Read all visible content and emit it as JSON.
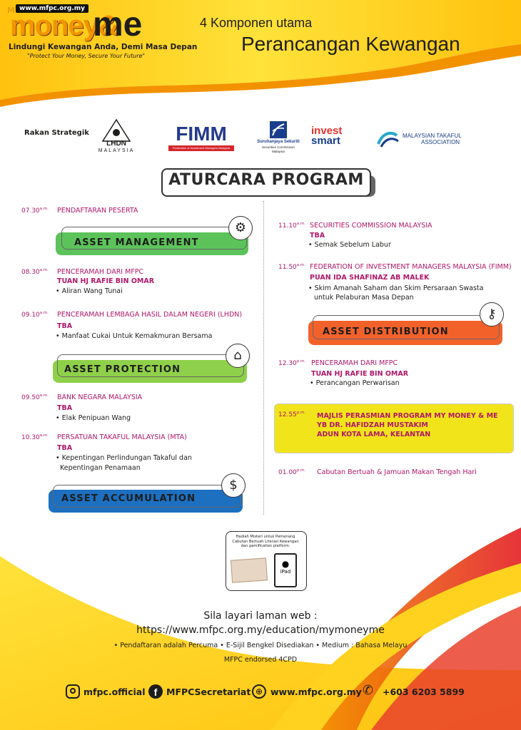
{
  "header": {
    "logo_url": "www.mfpc.org.my",
    "logo_my": "MY",
    "logo_money": "money&",
    "logo_me": "me",
    "tagline": "Lindungi Kewangan Anda, Demi Masa Depan",
    "tagline_en": "\"Protect Your Money, Secure Your Future\"",
    "subtitle": "4 Komponen utama",
    "title": "Perancangan Kewangan"
  },
  "partners": {
    "label": "Rakan Strategik",
    "lhdn": "LHDN",
    "lhdn_sub": "MALAYSIA",
    "fimm": "FIMM",
    "fimm_sub": "Federation of Investment Managers Malaysia",
    "sc": "Suruhanjaya Sekuriti",
    "sc_sub1": "Securities Commission",
    "sc_sub2": "Malaysia",
    "invest": "invest",
    "smart": "smart",
    "mta1": "MALAYSIAN TAKAFUL",
    "mta2": "ASSOCIATION"
  },
  "program_title": "ATURCARA PROGRAM",
  "left": {
    "t1": "07.30",
    "t1am": "a.m.",
    "e1": "PENDAFTARAN PESERTA",
    "asset1": "ASSET MANAGEMENT",
    "t2": "08.30",
    "t2am": "a.m.",
    "e2": "PENCERAMAH DARI MFPC",
    "s2": "TUAN HJ RAFIE BIN OMAR",
    "b2": "• Aliran Wang Tunai",
    "t3": "09.10",
    "t3am": "a.m.",
    "e3": "PENCERAMAH LEMBAGA HASIL DALAM NEGERI (LHDN)",
    "s3": "TBA",
    "b3": "• Manfaat Cukai Untuk Kemakmuran Bersama",
    "asset2": "ASSET PROTECTION",
    "t4": "09.50",
    "t4am": "a.m.",
    "e4": "BANK NEGARA MALAYSIA",
    "s4": "TBA",
    "b4": "• Elak Penipuan Wang",
    "t5": "10.30",
    "t5am": "a.m.",
    "e5": "PERSATUAN TAKAFUL MALAYSIA (MTA)",
    "s5": "TBA",
    "b5a": "• Kepentingan Perlindungan Takaful dan",
    "b5b": "Kepentingan Penamaan",
    "asset3": "ASSET ACCUMULATION"
  },
  "right": {
    "t1": "11.10",
    "t1am": "a.m.",
    "e1": "SECURITIES COMMISSION MALAYSIA",
    "s1": "TBA",
    "b1": "• Semak Sebelum Labur",
    "t2": "11.50",
    "t2am": "a.m.",
    "e2": "FEDERATION OF INVESTMENT MANAGERS MALAYSIA (FIMM)",
    "s2": "PUAN IDA SHAFINAZ AB MALEK",
    "b2a": "• Skim Amanah Saham dan Skim Persaraan Swasta",
    "b2b": "untuk Pelaburan Masa Depan",
    "asset4": "ASSET DISTRIBUTION",
    "t3": "12.30",
    "t3pm": "p.m.",
    "e3": "PENCERAMAH DARI MFPC",
    "s3": "TUAN HJ RAFIE BIN OMAR",
    "b3": "• Perancangan Perwarisan",
    "t4": "12.55",
    "t4pm": "p.m.",
    "y1": "MAJLIS PERASMIAN PROGRAM MY MONEY & ME",
    "y2": "YB DR. HAFIDZAH MUSTAKIM",
    "y3": "ADUN KOTA LAMA, KELANTAN",
    "t5": "01.00",
    "t5pm": "p.m.",
    "e5": "Cabutan Bertuah & Jamuan Makan Tengah Hari"
  },
  "prize": {
    "line1": "Hadiah Misteri untuk Pemenang",
    "line2": "Cabutan Bertuah Literasi Kewangan",
    "line3": "dan gamification platform.",
    "ipad": "iPad"
  },
  "footer": {
    "sila": "Sila layari laman web :",
    "url": "https://www.mfpc.org.my/education/mymoneyme",
    "info": "• Pendaftaran adalah Percuma  • E-Sijil Bengkel Disediakan  • Medium : Bahasa Melayu",
    "cpd": "MFPC endorsed 4CPD",
    "instagram": "mfpc.official",
    "facebook": "MFPCSecretariat",
    "web": "www.mfpc.org.my",
    "phone": "+603 6203 5899"
  },
  "colors": {
    "yellow": "#ffd21f",
    "orange": "#f39200",
    "magenta": "#b0176a",
    "green": "#5cc35a",
    "red_orange": "#f2612a",
    "blue": "#1d6fc0",
    "lime": "#8fd04a"
  }
}
